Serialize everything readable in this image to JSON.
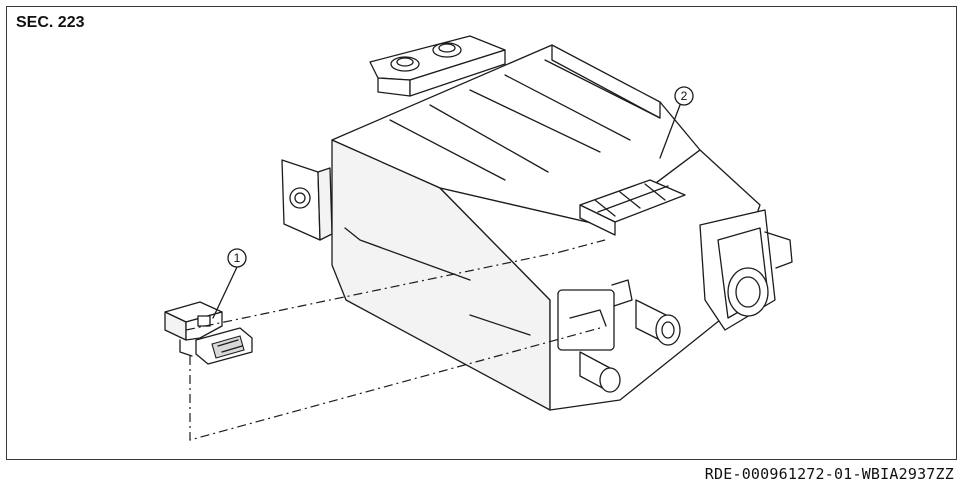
{
  "diagram": {
    "section_label": "SEC. 223",
    "reference_code": "RDE-000961272-01-WBIA2937ZZ",
    "callouts": [
      {
        "number": "1",
        "part": "connector"
      },
      {
        "number": "2",
        "part": "canister"
      }
    ]
  }
}
